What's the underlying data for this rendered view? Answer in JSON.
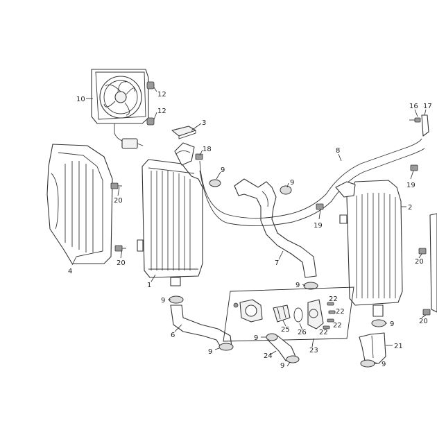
{
  "callouts": {
    "fan": "10",
    "fan_nut_top": "12",
    "fan_nut_bottom": "12",
    "cap": "3",
    "left_radiator_bolt": "18",
    "left_shroud": "4",
    "left_shroud_bolt_top": "20",
    "left_shroud_bolt_bottom": "20",
    "left_radiator": "1",
    "clamp_upper_left": "9",
    "clamp_middle": "9",
    "clamp_lower_left_top": "9",
    "clamp_lower_left_bottom": "9",
    "lower_hose_left": "6",
    "hose_middle": "7",
    "hose_long": "8",
    "hose_clamp_mid_upper": "9",
    "bolt_mid": "19",
    "bolt_right": "19",
    "bolt_right_16": "16",
    "bolt_right_17": "17",
    "right_radiator": "2",
    "right_shroud_bolt_top": "20",
    "right_shroud_bolt_bottom": "20",
    "thermostat_assembly": "23",
    "thermostat": "25",
    "oring": "26",
    "screw_a": "22",
    "screw_b": "22",
    "screw_c": "22",
    "screw_d": "22",
    "hose_24": "24",
    "clamp_24_top": "9",
    "clamp_24_bottom": "9",
    "clamp_right_top": "9",
    "clamp_right_bottom": "9",
    "hose_21": "21"
  }
}
